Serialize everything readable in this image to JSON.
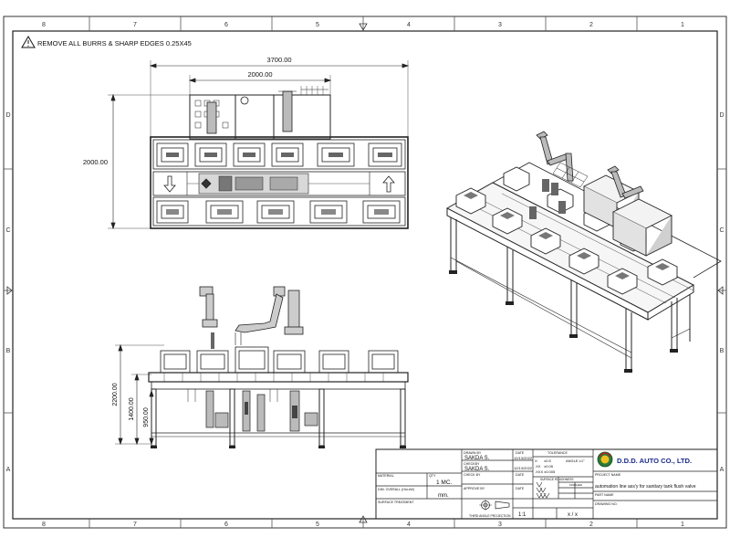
{
  "sheet": {
    "zone_numbers": [
      "8",
      "7",
      "6",
      "5",
      "4",
      "3",
      "2",
      "1"
    ],
    "zone_letters": [
      "D",
      "C",
      "B",
      "A"
    ]
  },
  "note": "REMOVE ALL BURRS & SHARP EDGES 0.25X45",
  "top_view": {
    "overall_width": "3700.00",
    "inner_width": "2000.00",
    "depth": "2000.00"
  },
  "side_view": {
    "overall_height": "2200.00",
    "height_1400": "1400.00",
    "height_950": "950.00"
  },
  "title_block": {
    "drawn_by_label": "DRAWN BY",
    "drawn_by": "SAKDA S.",
    "checked_by_label": "CHECKBY",
    "checked_by": "SAKDA S.",
    "date_label": "DATE",
    "drawn_date": "12/13/2022",
    "checked_date": "12/13/2022",
    "check_by_label": "CHECK BY",
    "approved_by_label": "APPROVE BY",
    "tolerance_label": "TOLERANCE",
    "tol_rows": [
      {
        "k": "X.",
        "v": "±0.5"
      },
      {
        "k": ".XX",
        "v": "±0.05"
      },
      {
        "k": ".XXX",
        "v": "±0.005"
      }
    ],
    "angle_label": "ANGLE ±1°",
    "roughness_label": "SURFACE ROUGHNESS",
    "finish_label": "FINISHED",
    "material_label": "MATERIAL",
    "qty_label": "QTY",
    "qty_value": "1 MC.",
    "dimension_label": "DIM. OVERALL (HxLxW)",
    "unit_value": "mm.",
    "surface_label": "SURFACE TREATMENT",
    "projection_label": "THIRD ANGLE PROJECTION",
    "scale": "1:1",
    "sheet": "x / x",
    "company": "D.D.D. AUTO CO., LTD.",
    "project_label": "PROJECT NAME",
    "project_name": "automation line ass'y for sanitary tank flush valve",
    "part_label": "PART NAME",
    "drawing_label": "DRAWING NO."
  }
}
